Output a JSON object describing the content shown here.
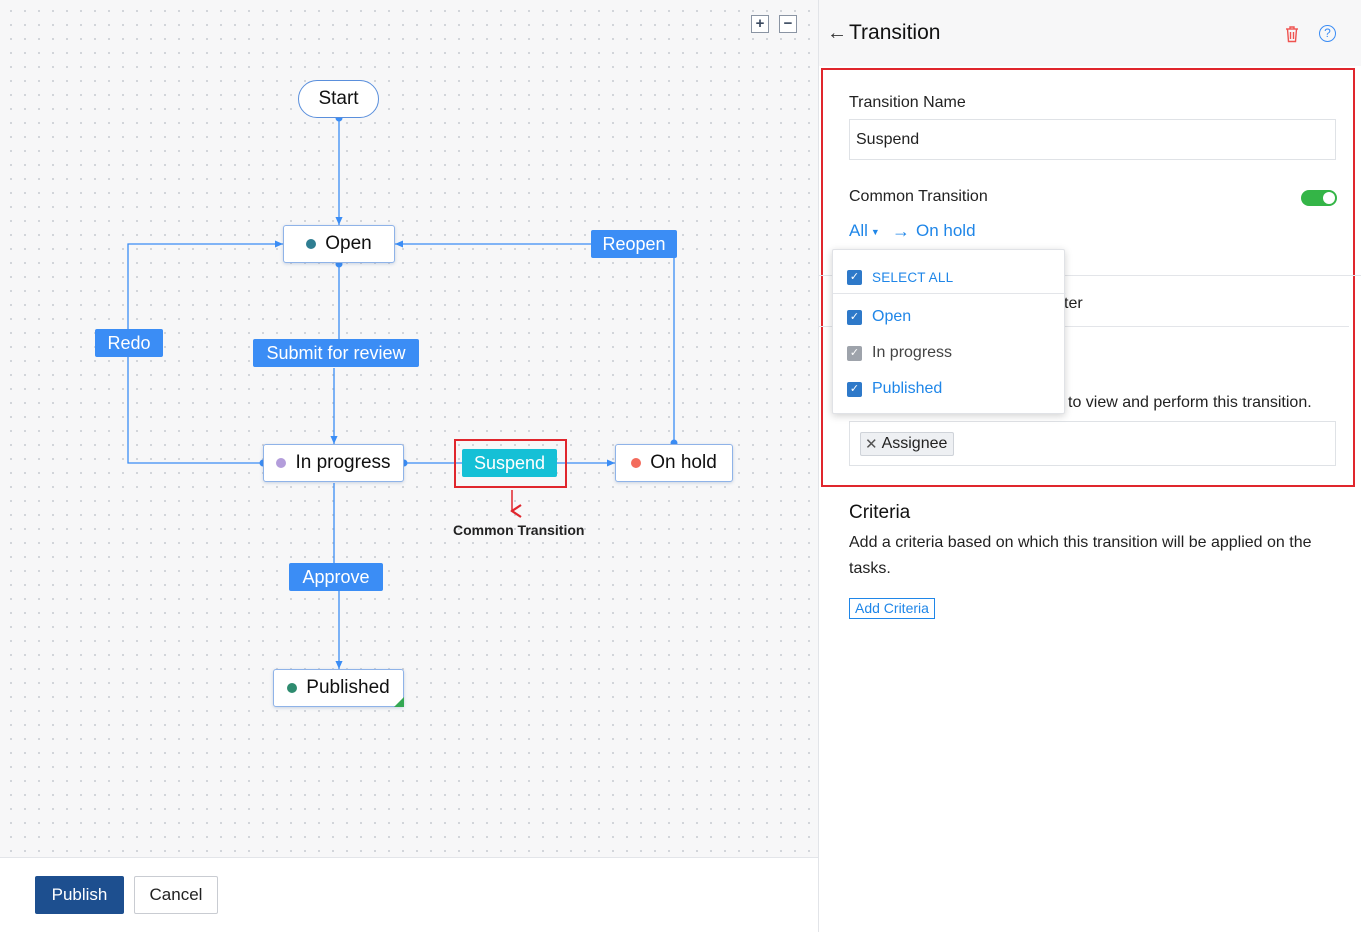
{
  "canvas": {
    "zoom_in": "+",
    "zoom_out": "−",
    "states": {
      "start": "Start",
      "open": "Open",
      "in_progress": "In progress",
      "on_hold": "On hold",
      "published": "Published"
    },
    "state_colors": {
      "open": "#2e7d91",
      "in_progress": "#b39ddb",
      "on_hold": "#f36b5c",
      "published": "#2e8b6f"
    },
    "transitions": {
      "reopen": "Reopen",
      "redo": "Redo",
      "submit": "Submit for review",
      "suspend": "Suspend",
      "approve": "Approve"
    },
    "common_caption": "Common Transition"
  },
  "footer": {
    "publish": "Publish",
    "cancel": "Cancel"
  },
  "panel": {
    "title": "Transition",
    "name_label": "Transition Name",
    "name_value": "Suspend",
    "common_label": "Common Transition",
    "common_enabled": true,
    "from_select": "All",
    "to_state": "On hold",
    "partial_tab": "ter",
    "partial_desc": "to view and perform this transition.",
    "assignee_chip": "Assignee",
    "dropdown": {
      "select_all": "SELECT ALL",
      "options": [
        {
          "label": "Open",
          "checked": true
        },
        {
          "label": "In progress",
          "checked": true,
          "disabled": true
        },
        {
          "label": "Published",
          "checked": true
        }
      ]
    },
    "criteria_title": "Criteria",
    "criteria_desc": "Add a criteria based on which this transition will be applied on the tasks.",
    "add_criteria": "Add Criteria"
  },
  "colors": {
    "accent": "#3b8df5",
    "suspend": "#15c0d6",
    "highlight": "#e0262d",
    "primary_button": "#1d4f8f",
    "toggle_on": "#34b547"
  }
}
